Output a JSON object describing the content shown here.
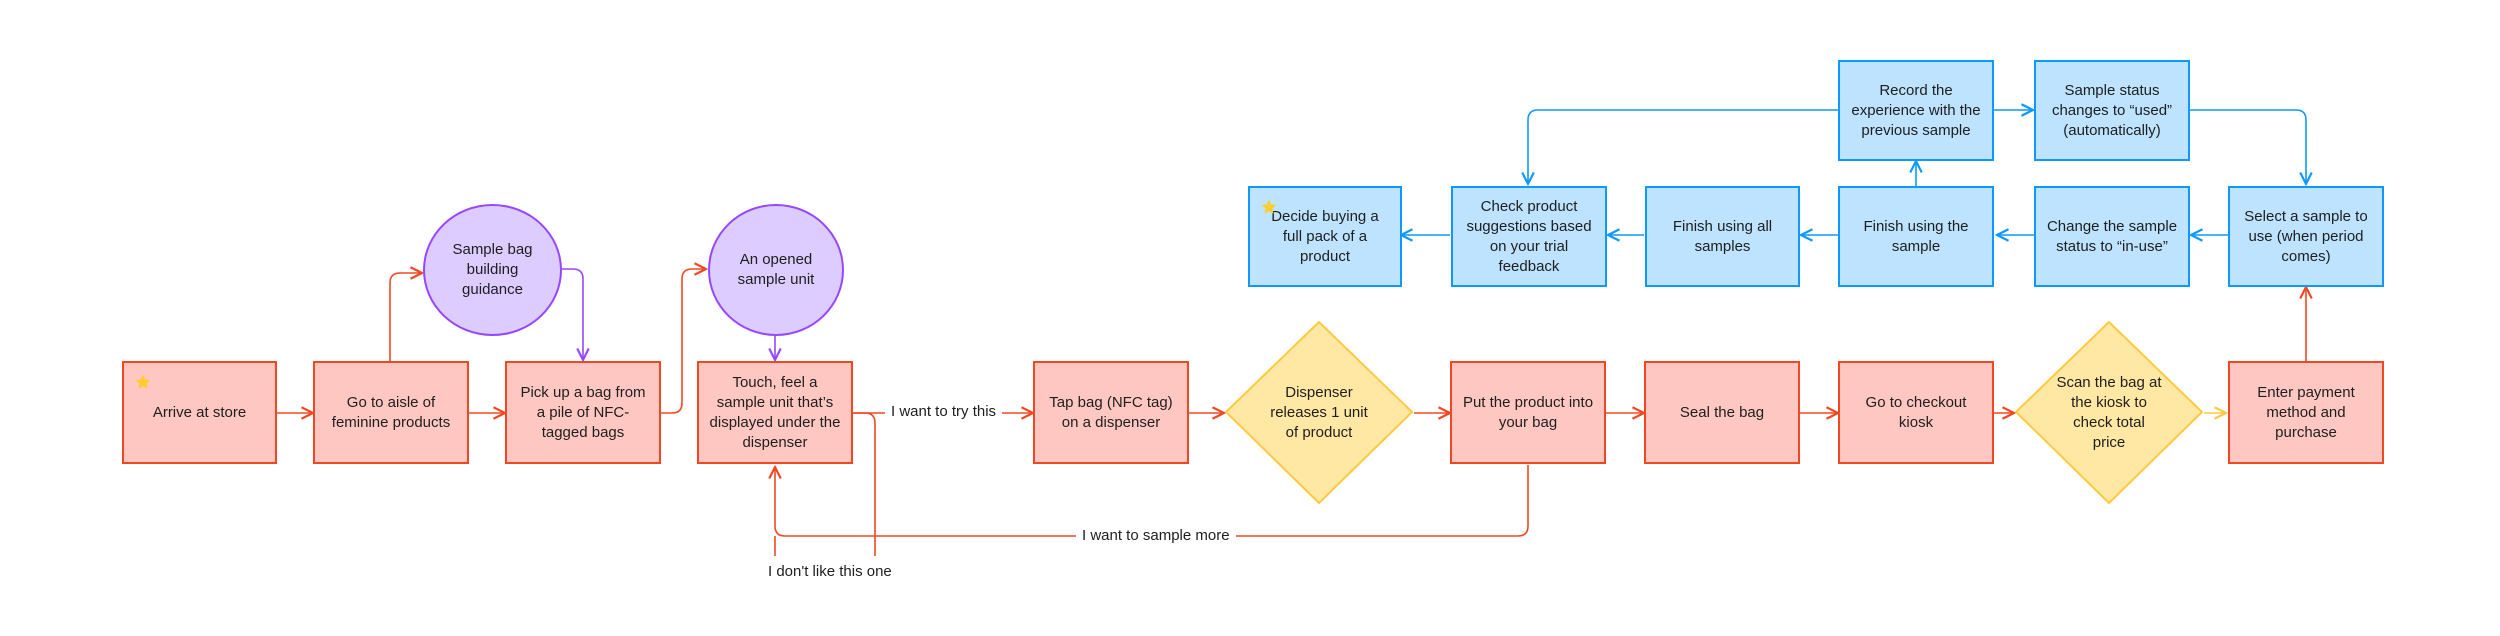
{
  "nodes": {
    "arrive": "Arrive at store",
    "aisle": "Go to aisle of feminine products",
    "guidance": "Sample bag building guidance",
    "pickup_bag": "Pick up a bag from a pile of NFC-tagged bags",
    "opened_unit": "An opened sample unit",
    "touch": "Touch, feel a sample unit that’s displayed under the dispenser",
    "tap_bag": "Tap bag (NFC tag) on a dispenser",
    "dispenser": "Dispenser releases 1 unit of product",
    "put_product": "Put the product into your bag",
    "seal": "Seal the bag",
    "checkout": "Go to checkout kiosk",
    "scan": "Scan the bag at the kiosk to check total price",
    "payment": "Enter payment method and purchase",
    "select_sample": "Select a sample to use (when period comes)",
    "change_status": "Change the sample status to “in-use”",
    "finish_using": "Finish using the sample",
    "record": "Record the experience with the previous sample",
    "status_used": "Sample status changes to “used” (automatically)",
    "finish_all": "Finish using all samples",
    "check_suggestions": "Check product suggestions based on your trial feedback",
    "decide_buy": "Decide buying a full pack of a product"
  },
  "edge_labels": {
    "try_this": "I want to try this",
    "sample_more": "I want to sample more",
    "dont_like": "I don't like this one"
  },
  "colors": {
    "red_fill": "#ffc7c2",
    "red_stroke": "#f24822",
    "blue_fill": "#bde3ff",
    "blue_stroke": "#0d99ff",
    "purple_fill": "#dcccff",
    "purple_stroke": "#9747ff",
    "yellow_fill": "#ffe8a3",
    "yellow_stroke": "#ffc943",
    "star": "#ffcd29"
  },
  "icons": [
    "star-icon"
  ]
}
